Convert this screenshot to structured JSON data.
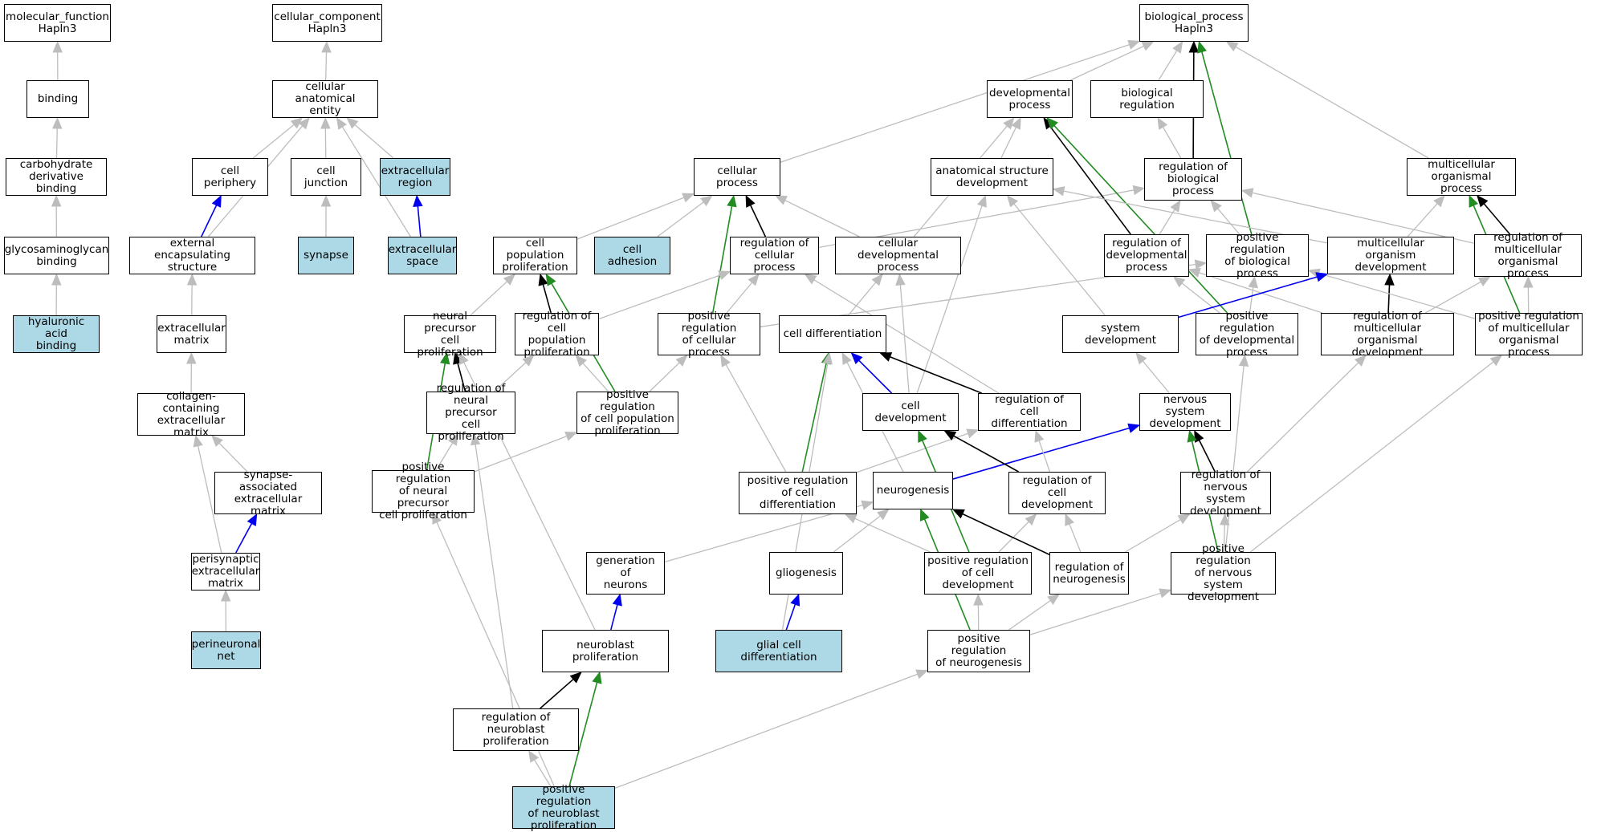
{
  "colors": {
    "is_a": "#bdbdbd",
    "part_of": "#0000ee",
    "regulates": "#000000",
    "positively_regulates": "#228b22",
    "highlight": "#add8e6"
  },
  "nodes": {
    "mf_root": "molecular_function\nHapln3",
    "binding": "binding",
    "carb_binding": "carbohydrate\nderivative binding",
    "gag_binding": "glycosaminoglycan\nbinding",
    "ha_binding": "hyaluronic acid\nbinding",
    "cc_root": "cellular_component\nHapln3",
    "cae": "cellular anatomical\nentity",
    "cell_periphery": "cell periphery",
    "cell_junction": "cell junction",
    "extracellular_region": "extracellular\nregion",
    "ext_encaps": "external encapsulating\nstructure",
    "synapse": "synapse",
    "extracellular_space": "extracellular\nspace",
    "ecm": "extracellular\nmatrix",
    "collagen_ecm": "collagen-containing\nextracellular\nmatrix",
    "syn_ecm": "synapse-associated\nextracellular\nmatrix",
    "perisyn_ecm": "perisynaptic\nextracellular\nmatrix",
    "pnn": "perineuronal\nnet",
    "bp_root": "biological_process\nHapln3",
    "dev_process": "developmental\nprocess",
    "bio_reg": "biological regulation",
    "cellular_process": "cellular process",
    "anat_dev": "anatomical structure\ndevelopment",
    "reg_bio": "regulation of\nbiological process",
    "mc_org_process": "multicellular\norganismal process",
    "cell_pop_prolif": "cell population\nproliferation",
    "cell_adhesion": "cell adhesion",
    "reg_cell_proc": "regulation of\ncellular process",
    "cell_dev_proc": "cellular developmental\nprocess",
    "reg_dev_proc": "regulation of\ndevelopmental\nprocess",
    "pos_reg_bio": "positive regulation\nof biological\nprocess",
    "mc_org_dev": "multicellular\norganism development",
    "reg_mc_proc": "regulation of\nmulticellular\norganismal process",
    "npc_prolif": "neural precursor\ncell proliferation",
    "reg_cell_pop": "regulation of\ncell population\nproliferation",
    "pos_reg_cell_proc": "positive regulation\nof cellular\nprocess",
    "cell_diff": "cell differentiation",
    "system_dev": "system development",
    "pos_reg_dev": "positive regulation\nof developmental\nprocess",
    "reg_mc_dev": "regulation of\nmulticellular\norganismal development",
    "pos_reg_mc_proc": "positive regulation\nof multicellular\norganismal process",
    "reg_npc": "regulation of\nneural precursor\ncell proliferation",
    "pos_reg_cell_pop": "positive regulation\nof cell population\nproliferation",
    "cell_development": "cell development",
    "reg_cell_diff": "regulation of\ncell differentiation",
    "ns_dev": "nervous system\ndevelopment",
    "pos_reg_npc": "positive regulation\nof neural precursor\ncell proliferation",
    "pos_reg_cell_diff": "positive regulation\nof cell differentiation",
    "neurogenesis": "neurogenesis",
    "reg_cell_dev": "regulation of\ncell development",
    "reg_ns_dev": "regulation of\nnervous system\ndevelopment",
    "gen_neurons": "generation of\nneurons",
    "gliogenesis": "gliogenesis",
    "pos_reg_cell_dev": "positive regulation\nof cell development",
    "reg_neurogenesis": "regulation of\nneurogenesis",
    "pos_reg_ns_dev": "positive regulation\nof nervous system\ndevelopment",
    "nb_prolif": "neuroblast proliferation",
    "glial_diff": "glial cell differentiation",
    "pos_reg_neurogenesis": "positive regulation\nof neurogenesis",
    "reg_nb_prolif": "regulation of\nneuroblast proliferation",
    "pos_reg_nb_prolif": "positive regulation\nof neuroblast\nproliferation"
  },
  "highlighted": [
    "ha_binding",
    "extracellular_region",
    "synapse",
    "extracellular_space",
    "cell_adhesion",
    "pnn",
    "glial_diff",
    "pos_reg_nb_prolif"
  ],
  "edges": [
    [
      "binding",
      "mf_root",
      "is_a"
    ],
    [
      "carb_binding",
      "binding",
      "is_a"
    ],
    [
      "gag_binding",
      "carb_binding",
      "is_a"
    ],
    [
      "ha_binding",
      "gag_binding",
      "is_a"
    ],
    [
      "cae",
      "cc_root",
      "is_a"
    ],
    [
      "cell_periphery",
      "cae",
      "is_a"
    ],
    [
      "cell_junction",
      "cae",
      "is_a"
    ],
    [
      "extracellular_region",
      "cae",
      "is_a"
    ],
    [
      "ext_encaps",
      "cae",
      "is_a"
    ],
    [
      "ext_encaps",
      "cell_periphery",
      "part_of"
    ],
    [
      "synapse",
      "cell_junction",
      "is_a"
    ],
    [
      "extracellular_space",
      "extracellular_region",
      "part_of"
    ],
    [
      "extracellular_space",
      "cae",
      "is_a"
    ],
    [
      "ecm",
      "ext_encaps",
      "is_a"
    ],
    [
      "collagen_ecm",
      "ecm",
      "is_a"
    ],
    [
      "syn_ecm",
      "collagen_ecm",
      "is_a"
    ],
    [
      "perisyn_ecm",
      "collagen_ecm",
      "is_a"
    ],
    [
      "perisyn_ecm",
      "syn_ecm",
      "part_of"
    ],
    [
      "pnn",
      "perisyn_ecm",
      "is_a"
    ],
    [
      "dev_process",
      "bp_root",
      "is_a"
    ],
    [
      "bio_reg",
      "bp_root",
      "is_a"
    ],
    [
      "cellular_process",
      "bp_root",
      "is_a"
    ],
    [
      "mc_org_process",
      "bp_root",
      "is_a"
    ],
    [
      "reg_bio",
      "bio_reg",
      "is_a"
    ],
    [
      "reg_bio",
      "bp_root",
      "regulates"
    ],
    [
      "pos_reg_bio",
      "reg_bio",
      "is_a"
    ],
    [
      "pos_reg_bio",
      "bp_root",
      "positively_regulates"
    ],
    [
      "anat_dev",
      "dev_process",
      "is_a"
    ],
    [
      "cell_dev_proc",
      "dev_process",
      "is_a"
    ],
    [
      "cell_dev_proc",
      "cellular_process",
      "is_a"
    ],
    [
      "cell_pop_prolif",
      "cellular_process",
      "is_a"
    ],
    [
      "cell_adhesion",
      "cellular_process",
      "is_a"
    ],
    [
      "reg_cell_proc",
      "reg_bio",
      "is_a"
    ],
    [
      "reg_cell_proc",
      "cellular_process",
      "regulates"
    ],
    [
      "pos_reg_cell_proc",
      "reg_cell_proc",
      "is_a"
    ],
    [
      "pos_reg_cell_proc",
      "pos_reg_bio",
      "is_a"
    ],
    [
      "pos_reg_cell_proc",
      "cellular_process",
      "positively_regulates"
    ],
    [
      "reg_dev_proc",
      "reg_bio",
      "is_a"
    ],
    [
      "reg_dev_proc",
      "dev_process",
      "regulates"
    ],
    [
      "pos_reg_dev",
      "reg_dev_proc",
      "is_a"
    ],
    [
      "pos_reg_dev",
      "pos_reg_bio",
      "is_a"
    ],
    [
      "pos_reg_dev",
      "dev_process",
      "positively_regulates"
    ],
    [
      "mc_org_dev",
      "anat_dev",
      "is_a"
    ],
    [
      "mc_org_dev",
      "mc_org_process",
      "is_a"
    ],
    [
      "reg_mc_proc",
      "reg_bio",
      "is_a"
    ],
    [
      "reg_mc_proc",
      "mc_org_process",
      "regulates"
    ],
    [
      "reg_mc_dev",
      "reg_mc_proc",
      "is_a"
    ],
    [
      "reg_mc_dev",
      "reg_dev_proc",
      "is_a"
    ],
    [
      "reg_mc_dev",
      "mc_org_dev",
      "regulates"
    ],
    [
      "pos_reg_mc_proc",
      "reg_mc_proc",
      "is_a"
    ],
    [
      "pos_reg_mc_proc",
      "pos_reg_bio",
      "is_a"
    ],
    [
      "pos_reg_mc_proc",
      "mc_org_process",
      "positively_regulates"
    ],
    [
      "system_dev",
      "anat_dev",
      "is_a"
    ],
    [
      "system_dev",
      "mc_org_dev",
      "part_of"
    ],
    [
      "cell_diff",
      "cell_dev_proc",
      "is_a"
    ],
    [
      "cell_development",
      "cell_diff",
      "part_of"
    ],
    [
      "cell_development",
      "anat_dev",
      "is_a"
    ],
    [
      "cell_development",
      "cell_dev_proc",
      "is_a"
    ],
    [
      "reg_cell_diff",
      "reg_cell_proc",
      "is_a"
    ],
    [
      "reg_cell_diff",
      "cell_diff",
      "regulates"
    ],
    [
      "pos_reg_cell_diff",
      "reg_cell_diff",
      "is_a"
    ],
    [
      "pos_reg_cell_diff",
      "pos_reg_cell_proc",
      "is_a"
    ],
    [
      "pos_reg_cell_diff",
      "cell_diff",
      "positively_regulates"
    ],
    [
      "reg_cell_pop",
      "reg_cell_proc",
      "is_a"
    ],
    [
      "reg_cell_pop",
      "cell_pop_prolif",
      "regulates"
    ],
    [
      "pos_reg_cell_pop",
      "reg_cell_pop",
      "is_a"
    ],
    [
      "pos_reg_cell_pop",
      "pos_reg_cell_proc",
      "is_a"
    ],
    [
      "pos_reg_cell_pop",
      "cell_pop_prolif",
      "positively_regulates"
    ],
    [
      "npc_prolif",
      "cell_pop_prolif",
      "is_a"
    ],
    [
      "reg_npc",
      "reg_cell_pop",
      "is_a"
    ],
    [
      "reg_npc",
      "npc_prolif",
      "regulates"
    ],
    [
      "pos_reg_npc",
      "reg_npc",
      "is_a"
    ],
    [
      "pos_reg_npc",
      "pos_reg_cell_pop",
      "is_a"
    ],
    [
      "pos_reg_npc",
      "npc_prolif",
      "positively_regulates"
    ],
    [
      "ns_dev",
      "system_dev",
      "is_a"
    ],
    [
      "neurogenesis",
      "cell_diff",
      "is_a"
    ],
    [
      "neurogenesis",
      "ns_dev",
      "part_of"
    ],
    [
      "reg_cell_dev",
      "reg_cell_diff",
      "is_a"
    ],
    [
      "reg_cell_dev",
      "cell_development",
      "regulates"
    ],
    [
      "reg_ns_dev",
      "reg_mc_dev",
      "is_a"
    ],
    [
      "reg_ns_dev",
      "ns_dev",
      "regulates"
    ],
    [
      "pos_reg_cell_dev",
      "pos_reg_cell_diff",
      "is_a"
    ],
    [
      "pos_reg_cell_dev",
      "reg_cell_dev",
      "is_a"
    ],
    [
      "pos_reg_cell_dev",
      "cell_development",
      "positively_regulates"
    ],
    [
      "reg_neurogenesis",
      "reg_cell_dev",
      "is_a"
    ],
    [
      "reg_neurogenesis",
      "reg_ns_dev",
      "is_a"
    ],
    [
      "reg_neurogenesis",
      "neurogenesis",
      "regulates"
    ],
    [
      "pos_reg_ns_dev",
      "reg_ns_dev",
      "is_a"
    ],
    [
      "pos_reg_ns_dev",
      "pos_reg_dev",
      "is_a"
    ],
    [
      "pos_reg_ns_dev",
      "pos_reg_mc_proc",
      "is_a"
    ],
    [
      "pos_reg_ns_dev",
      "ns_dev",
      "positively_regulates"
    ],
    [
      "gen_neurons",
      "neurogenesis",
      "is_a"
    ],
    [
      "gliogenesis",
      "neurogenesis",
      "is_a"
    ],
    [
      "pos_reg_neurogenesis",
      "pos_reg_cell_dev",
      "is_a"
    ],
    [
      "pos_reg_neurogenesis",
      "reg_neurogenesis",
      "is_a"
    ],
    [
      "pos_reg_neurogenesis",
      "pos_reg_ns_dev",
      "is_a"
    ],
    [
      "pos_reg_neurogenesis",
      "neurogenesis",
      "positively_regulates"
    ],
    [
      "glial_diff",
      "cell_diff",
      "is_a"
    ],
    [
      "glial_diff",
      "gliogenesis",
      "part_of"
    ],
    [
      "nb_prolif",
      "npc_prolif",
      "is_a"
    ],
    [
      "nb_prolif",
      "gen_neurons",
      "part_of"
    ],
    [
      "reg_nb_prolif",
      "reg_npc",
      "is_a"
    ],
    [
      "reg_nb_prolif",
      "nb_prolif",
      "regulates"
    ],
    [
      "pos_reg_nb_prolif",
      "reg_nb_prolif",
      "is_a"
    ],
    [
      "pos_reg_nb_prolif",
      "pos_reg_npc",
      "is_a"
    ],
    [
      "pos_reg_nb_prolif",
      "pos_reg_neurogenesis",
      "is_a"
    ],
    [
      "pos_reg_nb_prolif",
      "nb_prolif",
      "positively_regulates"
    ]
  ]
}
